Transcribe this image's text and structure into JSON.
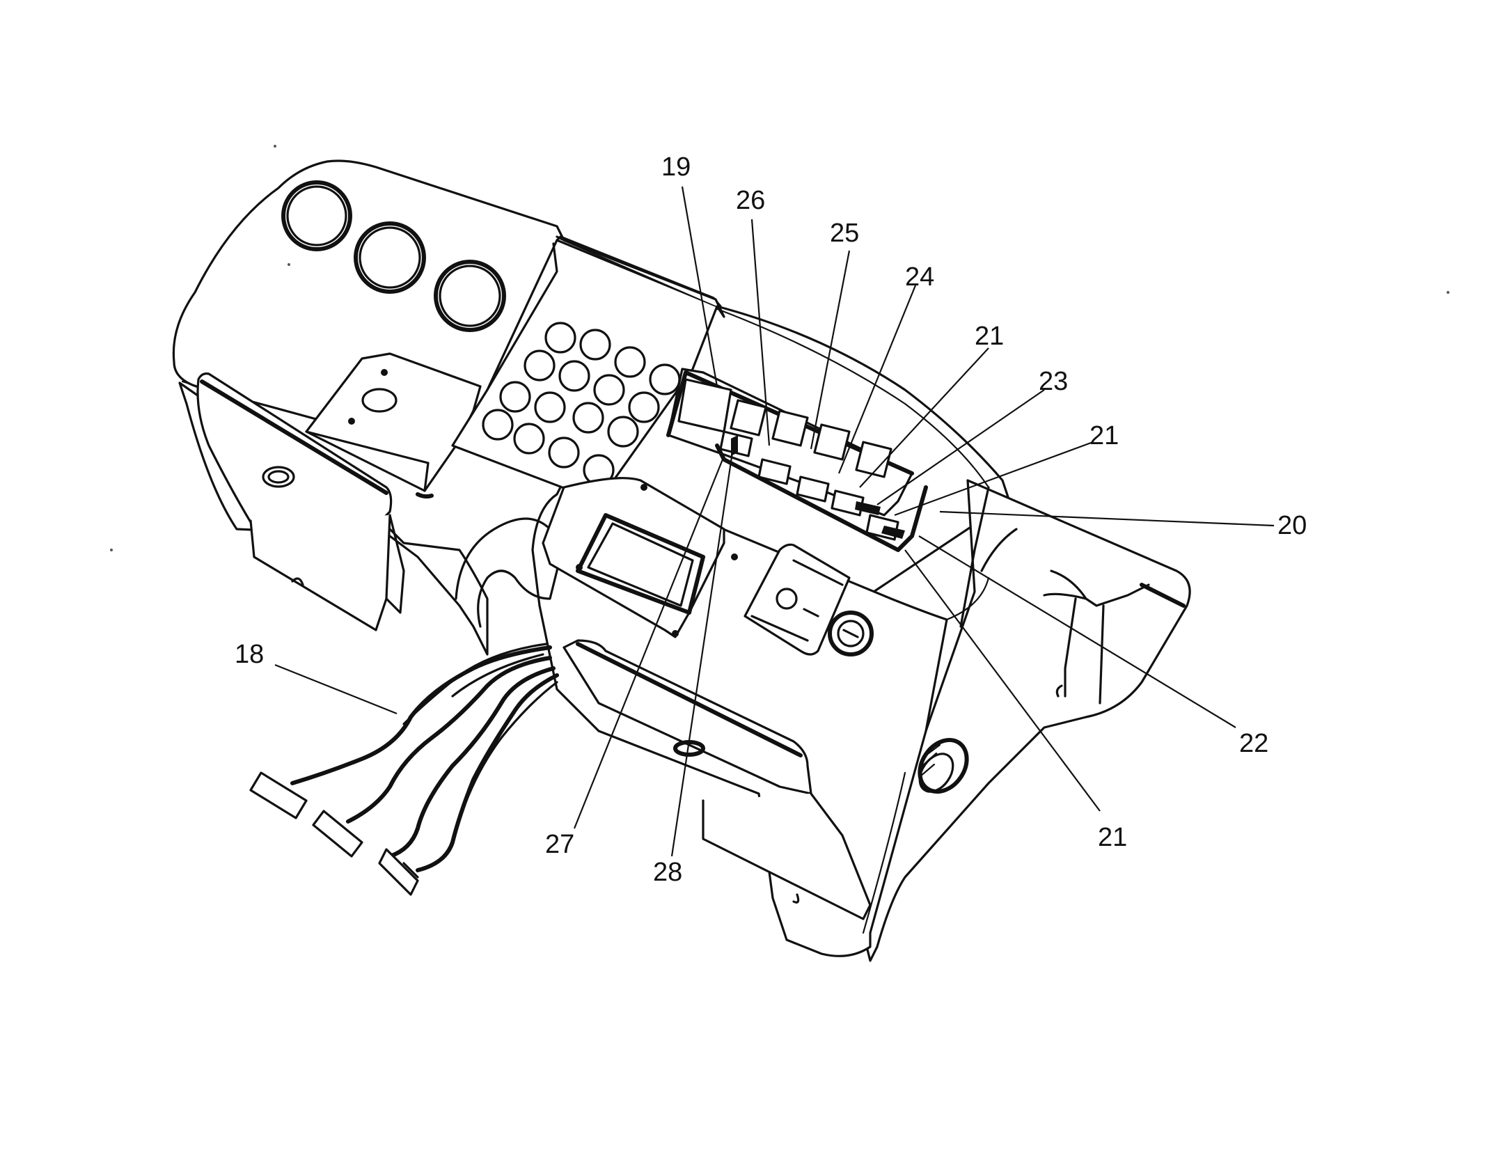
{
  "callouts": [
    {
      "id": "18",
      "label": "18"
    },
    {
      "id": "19",
      "label": "19"
    },
    {
      "id": "20",
      "label": "20"
    },
    {
      "id": "21a",
      "label": "21"
    },
    {
      "id": "21b",
      "label": "21"
    },
    {
      "id": "21c",
      "label": "21"
    },
    {
      "id": "22",
      "label": "22"
    },
    {
      "id": "23",
      "label": "23"
    },
    {
      "id": "24",
      "label": "24"
    },
    {
      "id": "25",
      "label": "25"
    },
    {
      "id": "26",
      "label": "26"
    },
    {
      "id": "27",
      "label": "27"
    },
    {
      "id": "28",
      "label": "28"
    }
  ]
}
